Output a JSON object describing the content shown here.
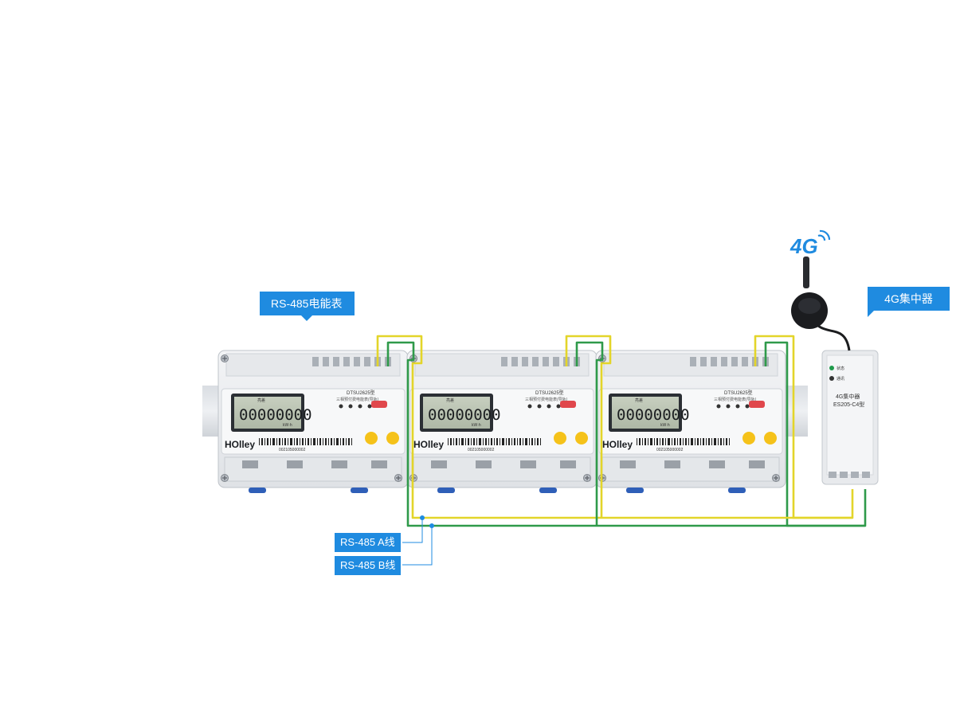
{
  "labels": {
    "meter_tag": "RS-485电能表",
    "concentrator_tag": "4G集中器",
    "line_a": "RS-485 A线",
    "line_b": "RS-485 B线",
    "signal": "4G"
  },
  "meters": [
    {
      "brand": "HOlley",
      "model": "DTSU2625型",
      "subtitle": "三相预付费电能表(导轨)",
      "serial": "002105000002",
      "display": "00000000",
      "lcd_top": "亮差",
      "unit": "kW·h"
    },
    {
      "brand": "HOlley",
      "model": "DTSU2625型",
      "subtitle": "三相预付费电能表(导轨)",
      "serial": "002105000002",
      "display": "00000000",
      "lcd_top": "亮差",
      "unit": "kW·h"
    },
    {
      "brand": "HOlley",
      "model": "DTSU2625型",
      "subtitle": "三相预付费电能表(导轨)",
      "serial": "002105000002",
      "display": "00000000",
      "lcd_top": "亮差",
      "unit": "kW·h"
    }
  ],
  "concentrator": {
    "title": "4G集中器",
    "model": "ES205-C4型",
    "leds": [
      "状态",
      "通讯"
    ]
  },
  "colors": {
    "tag_blue": "#1f8be0",
    "wire_yellow": "#e3d52a",
    "wire_green": "#2f9a4a",
    "signal_blue": "#1f8be0",
    "button_yellow": "#f5c21a"
  }
}
